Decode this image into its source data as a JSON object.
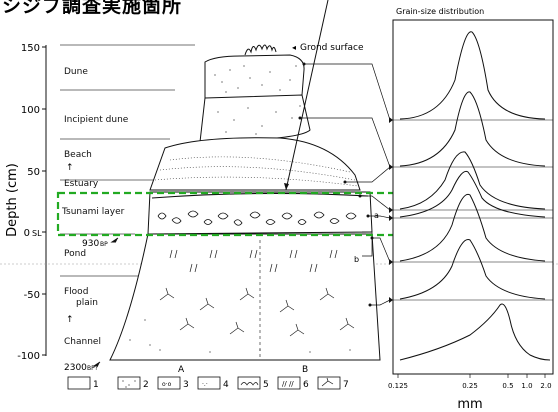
{
  "header": {
    "title": "シジブ調査実施箇所"
  },
  "figure": {
    "y_axis_title": "Depth (cm)",
    "y_ticks": [
      "150",
      "100",
      "50",
      "0",
      "-50",
      "-100"
    ],
    "depth_prefix": "0",
    "depth_suffix": "SL",
    "ground_surface_label": "Grond surface",
    "layers": [
      {
        "label": "Dune"
      },
      {
        "label": "Incipient dune"
      },
      {
        "label": "Beach"
      },
      {
        "label": "Estuary"
      },
      {
        "label": "Tsunami layer"
      },
      {
        "label": "Pond"
      },
      {
        "label": "Flood"
      },
      {
        "label": "plain"
      },
      {
        "label": "Channel"
      }
    ],
    "date_930": "930",
    "date_930_suffix": "BP",
    "date_2300": "2300",
    "date_2300_suffix": "BP?",
    "marker_a": "a",
    "marker_b": "b",
    "column_A": "A",
    "column_B": "B",
    "legend_numbers": [
      "1",
      "2",
      "3",
      "4",
      "5",
      "6",
      "7"
    ],
    "grain_size_title": "Grain-size distribution",
    "grain_axis_ticks": [
      "0.125",
      "0.25",
      "0.5",
      "1.0",
      "2.0"
    ],
    "grain_axis_unit": "mm"
  },
  "colors": {
    "highlight": "#22aa22",
    "ink": "#111111"
  }
}
